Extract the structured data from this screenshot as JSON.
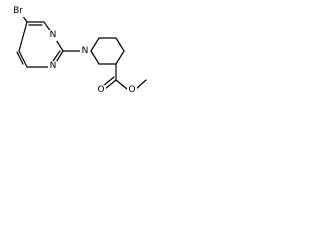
{
  "molecule": {
    "atoms": {
      "bromine": "Br",
      "pyrimidine_n_top": "N",
      "pyrimidine_n_bottom": "N",
      "piperidine_n": "N",
      "carbonyl_o": "O",
      "ester_o": "O"
    }
  }
}
